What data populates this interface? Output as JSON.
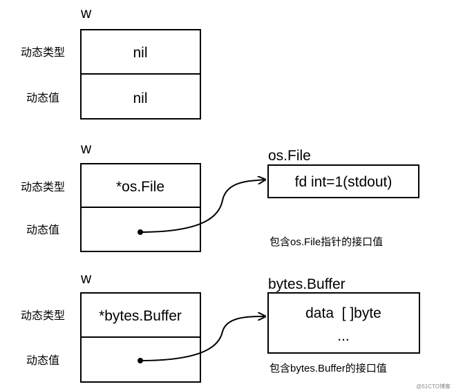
{
  "iface1": {
    "var_name": "w",
    "type_label": "动态类型",
    "value_label": "动态值",
    "type_value": "nil",
    "value_value": "nil"
  },
  "iface2": {
    "var_name": "w",
    "type_label": "动态类型",
    "value_label": "动态值",
    "type_value": "*os.File"
  },
  "iface3": {
    "var_name": "w",
    "type_label": "动态类型",
    "value_label": "动态值",
    "type_value": "*bytes.Buffer"
  },
  "target1": {
    "type_name": "os.File",
    "content": "fd int=1(stdout)",
    "caption": "包含os.File指针的接口值"
  },
  "target2": {
    "type_name": "bytes.Buffer",
    "line1": "data  [ ]byte",
    "line2": "...",
    "caption": "包含bytes.Buffer的接口值"
  },
  "watermark": "@51CTO博客"
}
